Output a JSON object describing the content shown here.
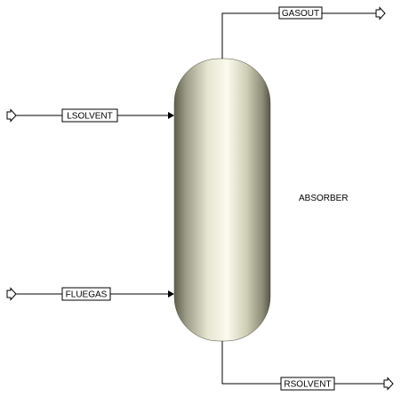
{
  "block": {
    "name": "ABSORBER",
    "kind": "column-vessel"
  },
  "streams": {
    "gasout": {
      "label": "GASOUT",
      "direction": "outlet"
    },
    "lsolvent": {
      "label": "LSOLVENT",
      "direction": "inlet"
    },
    "fluegas": {
      "label": "FLUEGAS",
      "direction": "inlet"
    },
    "rsolvent": {
      "label": "RSOLVENT",
      "direction": "outlet"
    }
  },
  "colors": {
    "vessel_highlight": "#fbfbee",
    "vessel_mid": "#cfcfb6",
    "vessel_edge": "#6f6f5c",
    "line": "#000000"
  },
  "icons": {
    "port_marker": "hollow-arrow-icon"
  }
}
